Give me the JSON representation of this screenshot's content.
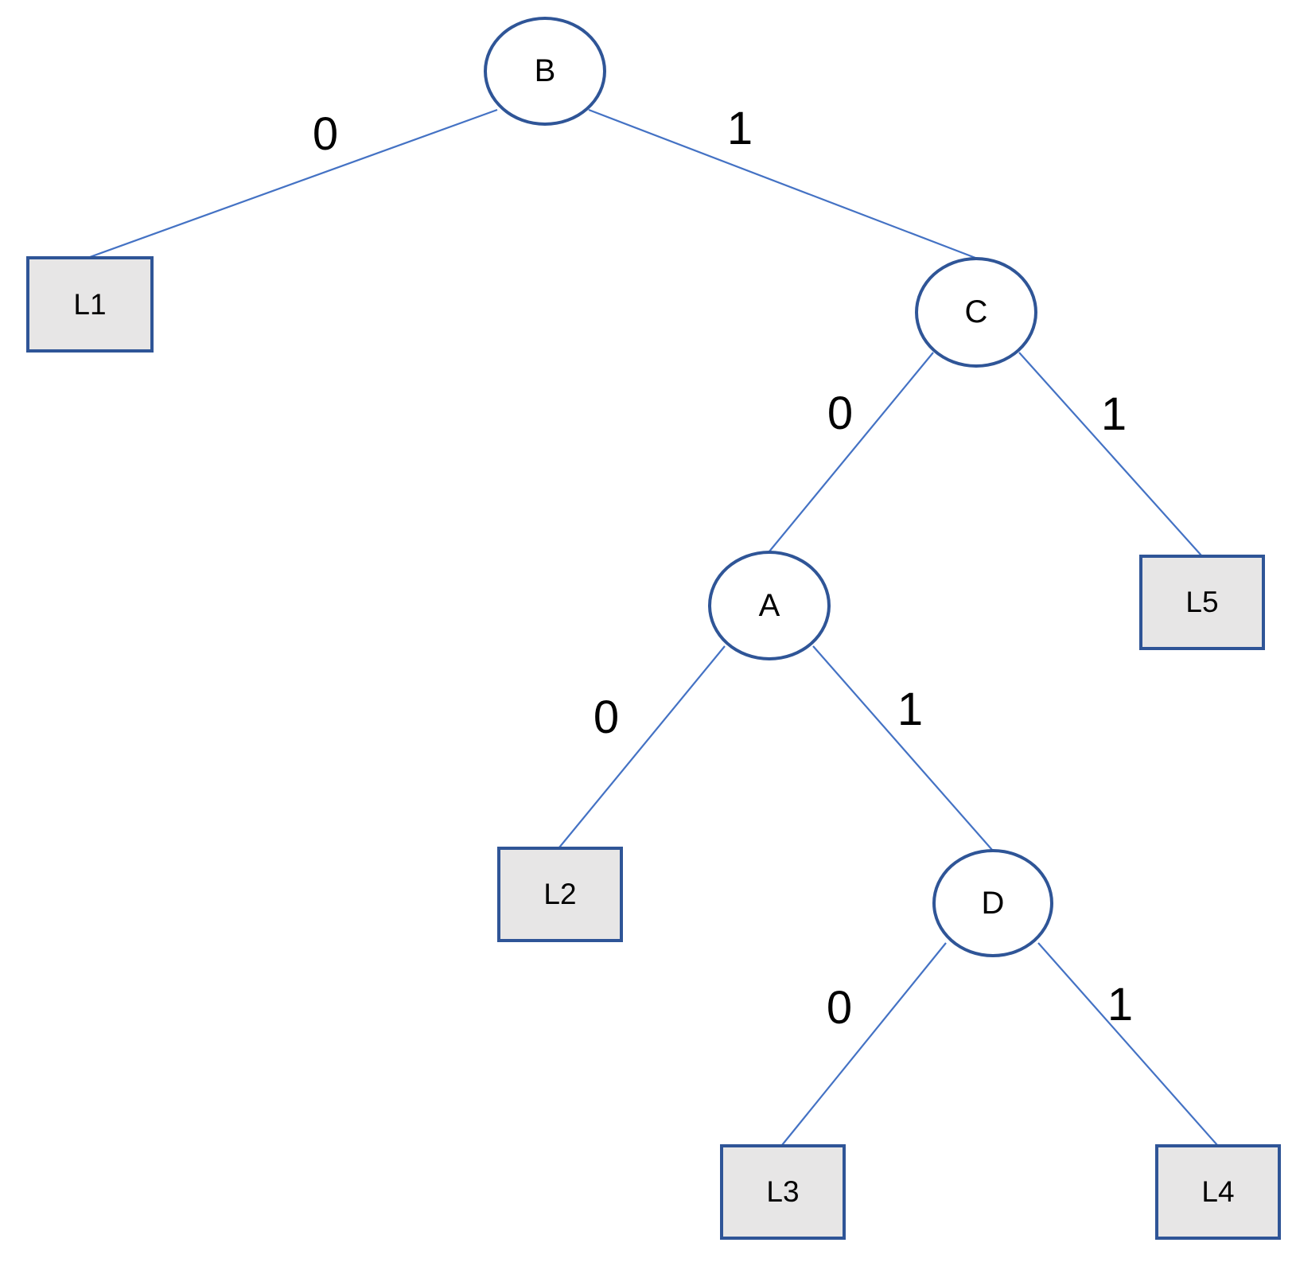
{
  "colors": {
    "canvas_bg": "#FFFFFF",
    "node_border": "#2F5597",
    "edge_line": "#4472C4",
    "leaf_fill": "#E7E6E6",
    "label_text": "#000000"
  },
  "tree": {
    "type": "binary-tree-diagram",
    "internal_nodes": [
      {
        "id": "B",
        "label": "B"
      },
      {
        "id": "C",
        "label": "C"
      },
      {
        "id": "A",
        "label": "A"
      },
      {
        "id": "D",
        "label": "D"
      }
    ],
    "leaf_nodes": [
      {
        "id": "L1",
        "label": "L1"
      },
      {
        "id": "L2",
        "label": "L2"
      },
      {
        "id": "L3",
        "label": "L3"
      },
      {
        "id": "L4",
        "label": "L4"
      },
      {
        "id": "L5",
        "label": "L5"
      }
    ],
    "edges": [
      {
        "from": "B",
        "to": "L1",
        "bit": "0"
      },
      {
        "from": "B",
        "to": "C",
        "bit": "1"
      },
      {
        "from": "C",
        "to": "A",
        "bit": "0"
      },
      {
        "from": "C",
        "to": "L5",
        "bit": "1"
      },
      {
        "from": "A",
        "to": "L2",
        "bit": "0"
      },
      {
        "from": "A",
        "to": "D",
        "bit": "1"
      },
      {
        "from": "D",
        "to": "L3",
        "bit": "0"
      },
      {
        "from": "D",
        "to": "L4",
        "bit": "1"
      }
    ]
  }
}
